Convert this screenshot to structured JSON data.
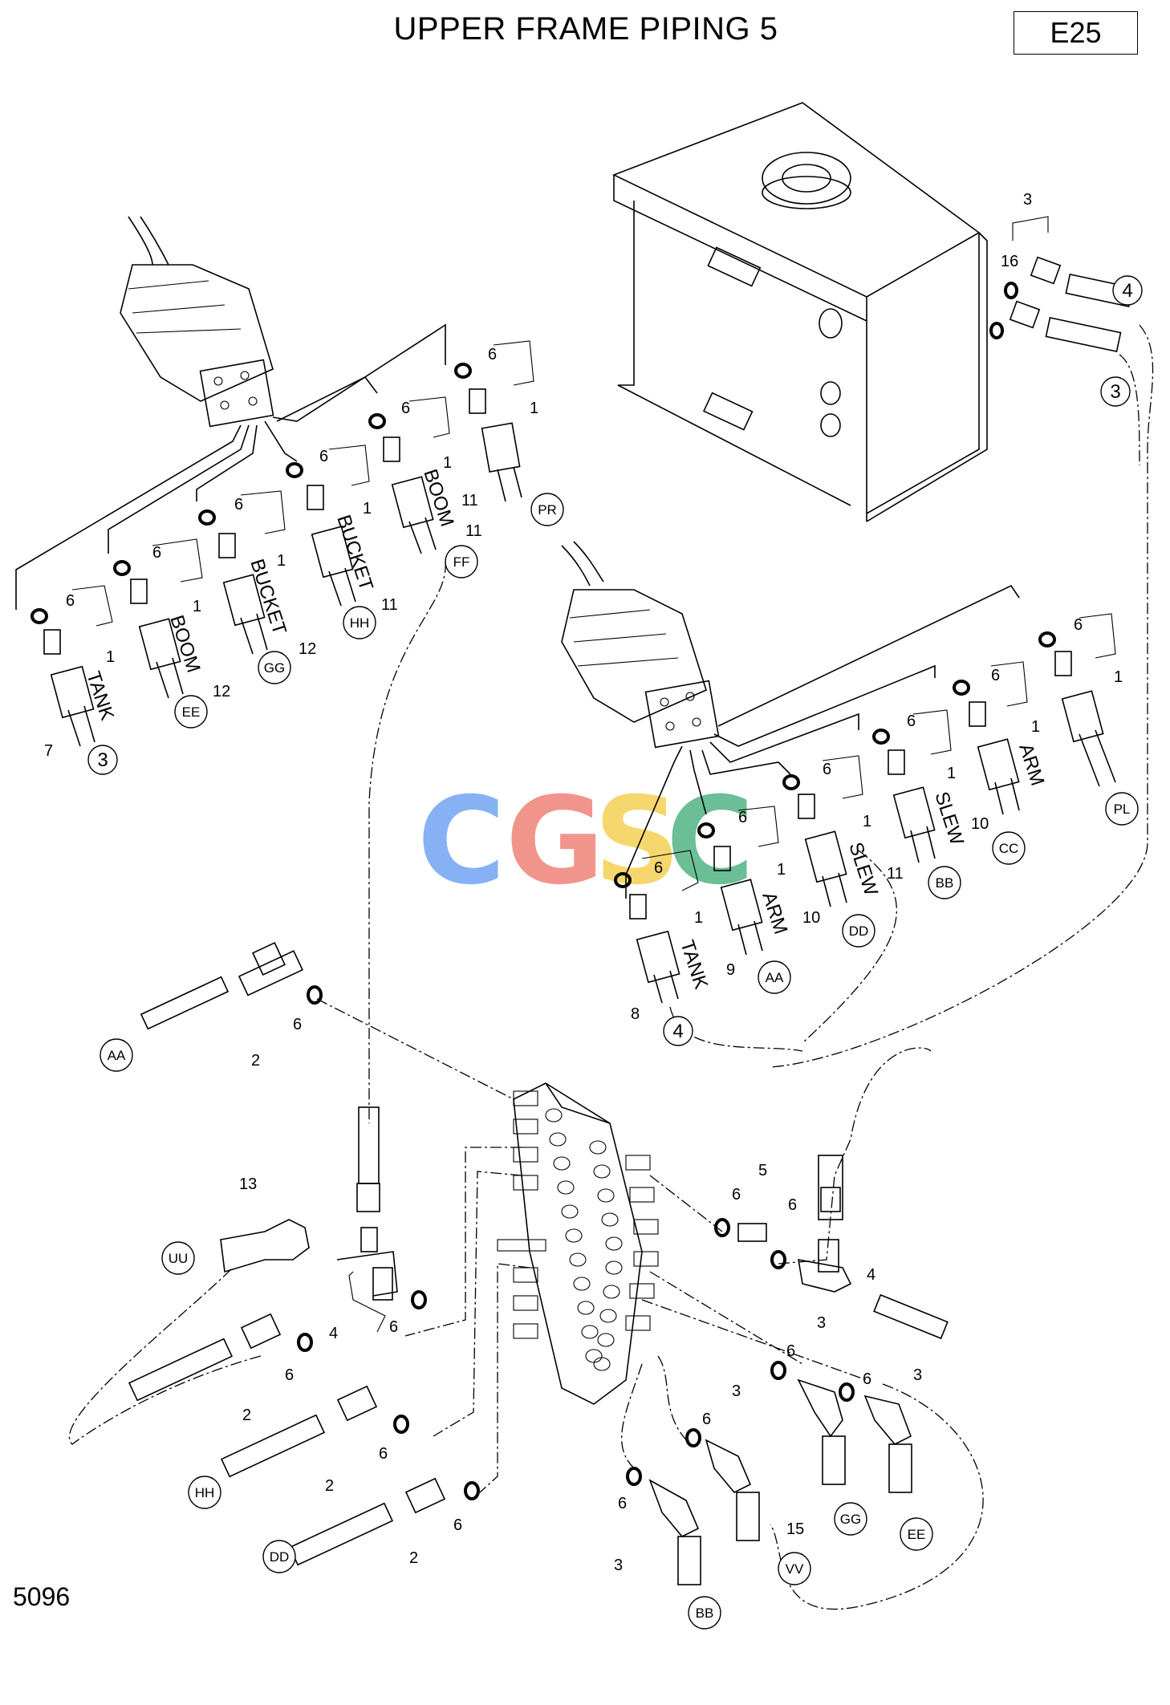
{
  "title": "UPPER FRAME PIPING 5",
  "page_code": "E25",
  "figure_number": "5096",
  "watermark": {
    "letters": [
      "C",
      "G",
      "S",
      "C"
    ],
    "colors": [
      "#7aa9f5",
      "#f08a80",
      "#f4d35e",
      "#5cb88a"
    ]
  },
  "port_labels": {
    "tank": "TANK",
    "boom": "BOOM",
    "bucket": "BUCKET",
    "arm": "ARM",
    "slew": "SLEW"
  },
  "circle_labels": {
    "pr": "PR",
    "ff": "FF",
    "hh": "HH",
    "gg": "GG",
    "ee": "EE",
    "three": "3",
    "four": "4",
    "pl": "PL",
    "cc": "CC",
    "bb": "BB",
    "dd": "DD",
    "aa": "AA",
    "uu": "UU",
    "vv": "VV"
  },
  "part_numbers": {
    "n1": "1",
    "n2": "2",
    "n3": "3",
    "n4": "4",
    "n5": "5",
    "n6": "6",
    "n7": "7",
    "n8": "8",
    "n9": "9",
    "n10": "10",
    "n11": "11",
    "n12": "12",
    "n13": "13",
    "n15": "15",
    "n16": "16"
  }
}
